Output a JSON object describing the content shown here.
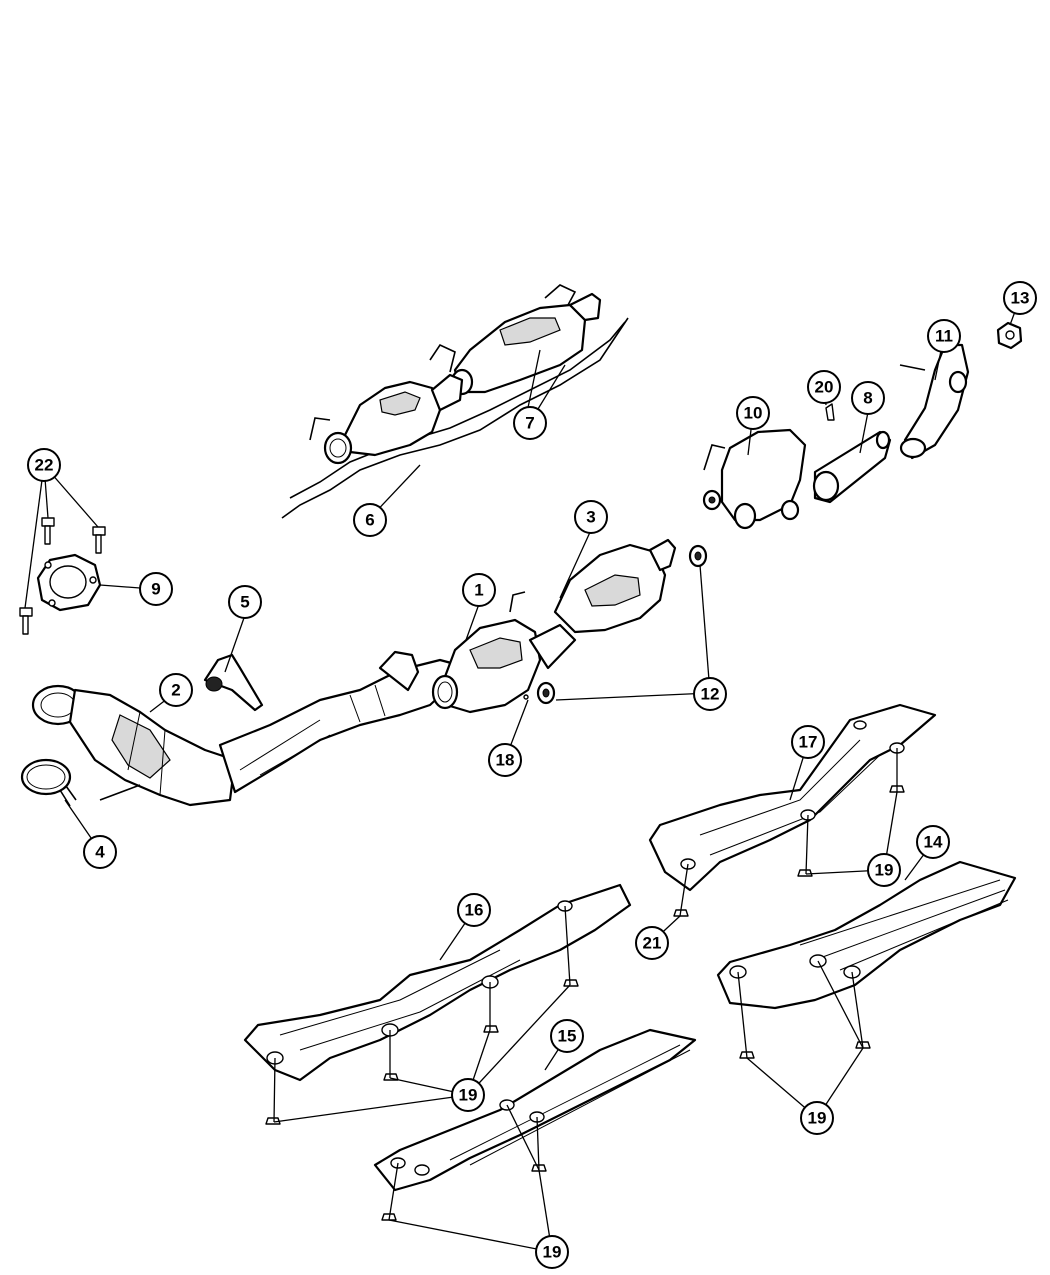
{
  "callouts": {
    "c1": "1",
    "c2": "2",
    "c3": "3",
    "c4": "4",
    "c5": "5",
    "c6": "6",
    "c7": "7",
    "c8": "8",
    "c9": "9",
    "c10": "10",
    "c11": "11",
    "c12": "12",
    "c13": "13",
    "c14": "14",
    "c15": "15",
    "c16": "16",
    "c17": "17",
    "c18": "18",
    "c19a": "19",
    "c19b": "19",
    "c19c": "19",
    "c19d": "19",
    "c20": "20",
    "c21": "21",
    "c22": "22"
  }
}
